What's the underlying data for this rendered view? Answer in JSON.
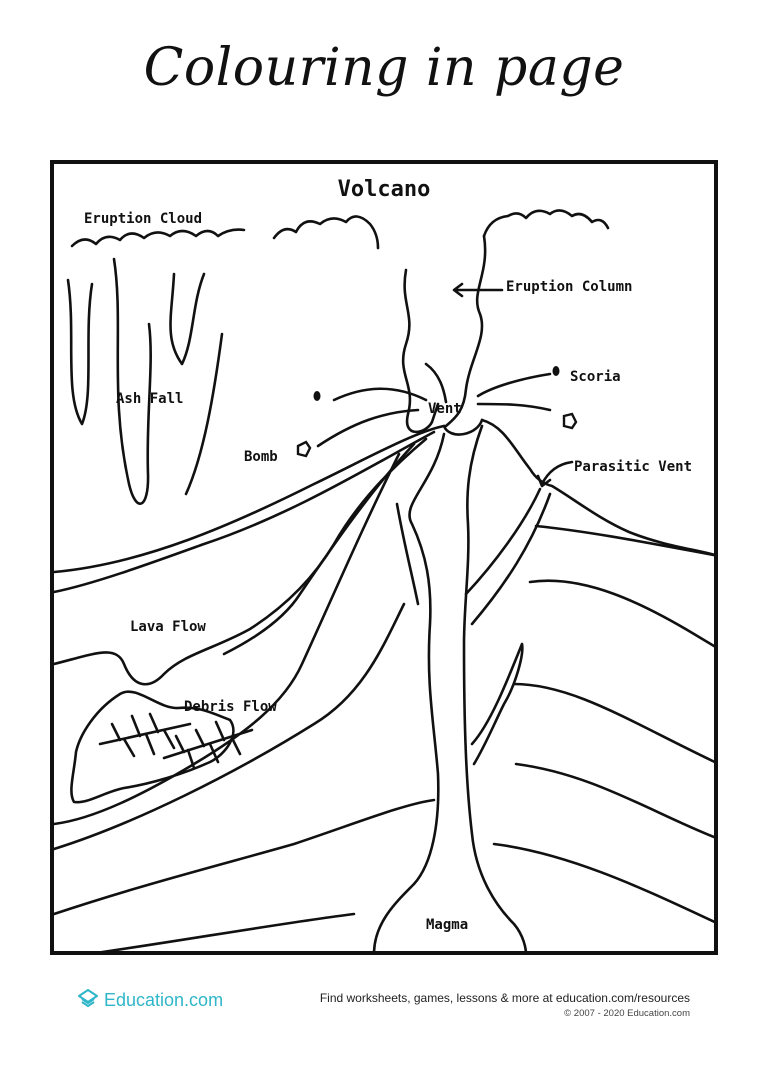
{
  "page": {
    "title": "Colouring in page"
  },
  "diagram": {
    "title": "Volcano",
    "labels": {
      "eruption_cloud": "Eruption Cloud",
      "eruption_column": "Eruption Column",
      "ash_fall": "Ash Fall",
      "scoria": "Scoria",
      "vent": "Vent",
      "bomb": "Bomb",
      "parasitic_vent": "Parasitic Vent",
      "lava_flow": "Lava Flow",
      "debris_flow": "Debris Flow",
      "magma": "Magma"
    }
  },
  "footer": {
    "brand": "Education.com",
    "brand_color": "#2fb6c8",
    "tagline": "Find worksheets, games, lessons & more at education.com/resources",
    "copyright": "© 2007 - 2020 Education.com",
    "logo_icon": "education-logo-icon"
  }
}
